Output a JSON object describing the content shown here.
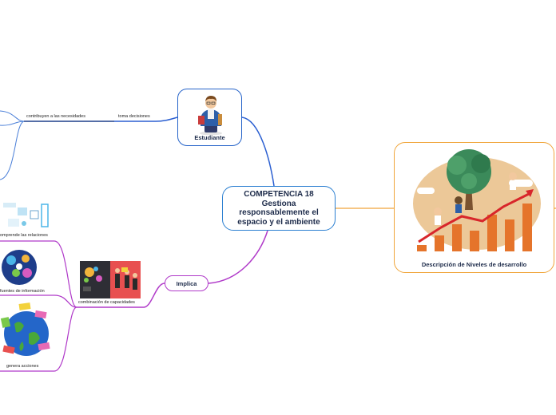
{
  "central": {
    "line1": "COMPETENCIA 18",
    "line2": "Gestiona",
    "line3": "responsablemente el",
    "line4": "espacio y el ambiente"
  },
  "student": {
    "label": "Estudiante"
  },
  "branches": {
    "toma_decisiones": "toma decisiones",
    "contribuyen": "contribuyen a las necesidades"
  },
  "description": {
    "label": "Descripción de Niveles de desarrollo"
  },
  "implica": {
    "label": "Implica"
  },
  "combinacion": {
    "label": "combinación de capacidades"
  },
  "leaves": {
    "comprende": "omprende las relaciones",
    "fuentes": "fuentes de información",
    "genera": "genera acciones"
  },
  "colors": {
    "blue": "#2b7fd1",
    "orange": "#f0a53a",
    "purple": "#b03ac9",
    "dark_blue": "#1d3e8a"
  }
}
